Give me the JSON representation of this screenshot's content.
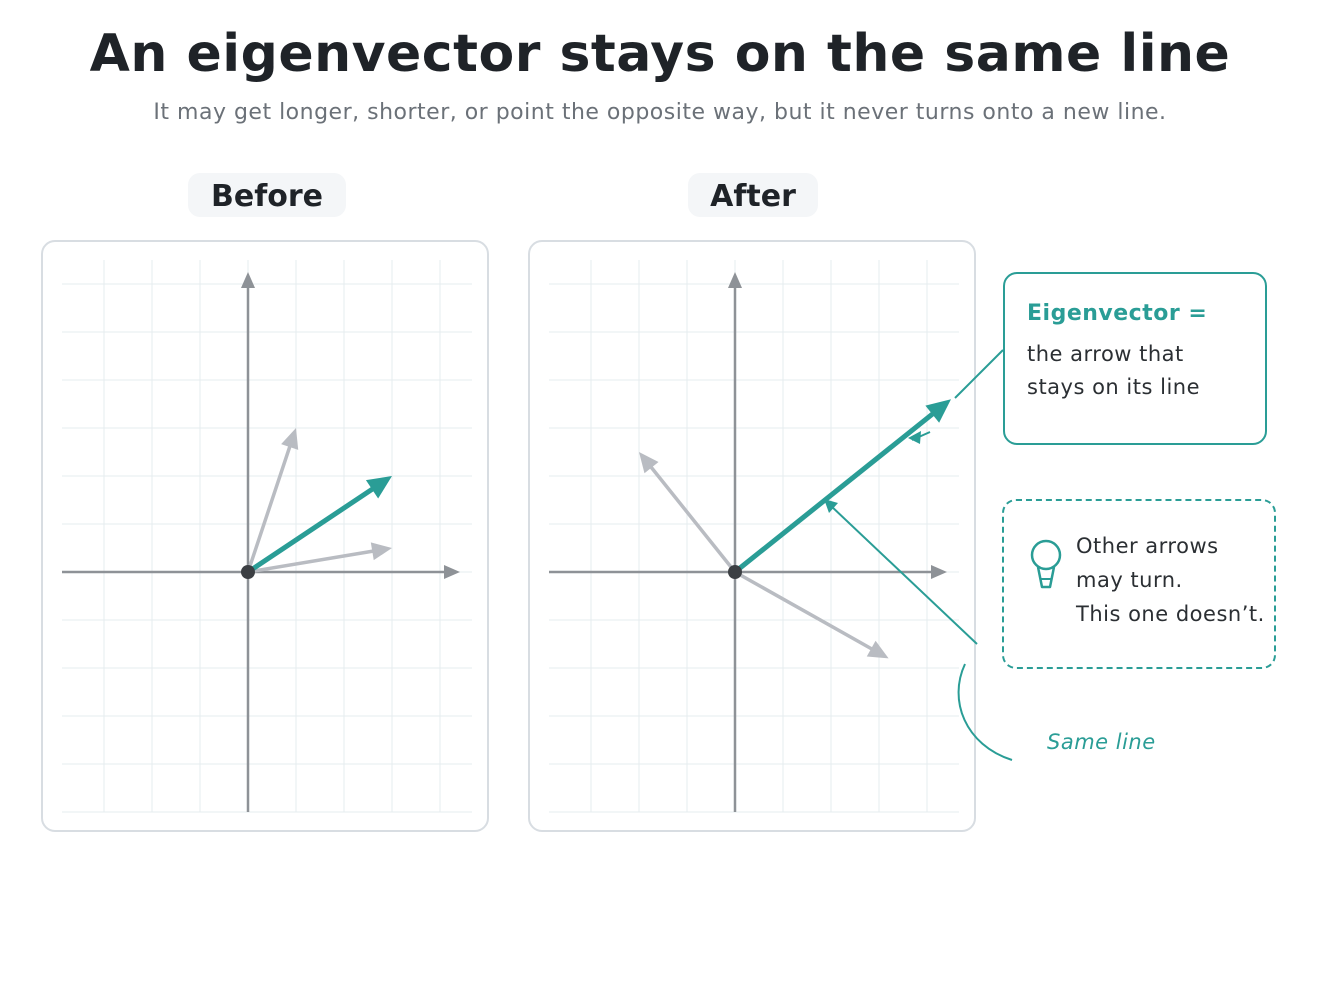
{
  "title": "An eigenvector stays on the same line",
  "subtitle": "It may get longer, shorter, or point the opposite way, but it never turns onto a new line.",
  "panels": {
    "before": {
      "label": "Before"
    },
    "after": {
      "label": "After"
    }
  },
  "callouts": {
    "eigenvector": {
      "heading": "Eigenvector =",
      "body": "the arrow that\nstays on its line"
    },
    "other_arrows": {
      "body": "Other arrows\nmay turn.\nThis one doesn’t.",
      "icon": "lightbulb-icon"
    },
    "same_line": "Same line"
  },
  "colors": {
    "eigenvector": "#2a9d96",
    "other_arrows": "#b9bcc2",
    "axes": "#8e9297",
    "grid": "#e6ecef",
    "accent": "#2a9d96"
  },
  "vectors_note_units": "grid units",
  "before_vectors": [
    {
      "name": "eigenvector",
      "x": 3,
      "y": 2,
      "role": "eigen"
    },
    {
      "name": "other",
      "x": 1,
      "y": 3,
      "role": "other"
    },
    {
      "name": "other",
      "x": 3,
      "y": 0.5,
      "role": "other"
    }
  ],
  "after_vectors": [
    {
      "name": "eigenvector",
      "x": 4.5,
      "y": 3.6,
      "role": "eigen"
    },
    {
      "name": "other",
      "x": -2,
      "y": 2.5,
      "role": "other"
    },
    {
      "name": "other",
      "x": 3.2,
      "y": -1.8,
      "role": "other"
    }
  ]
}
